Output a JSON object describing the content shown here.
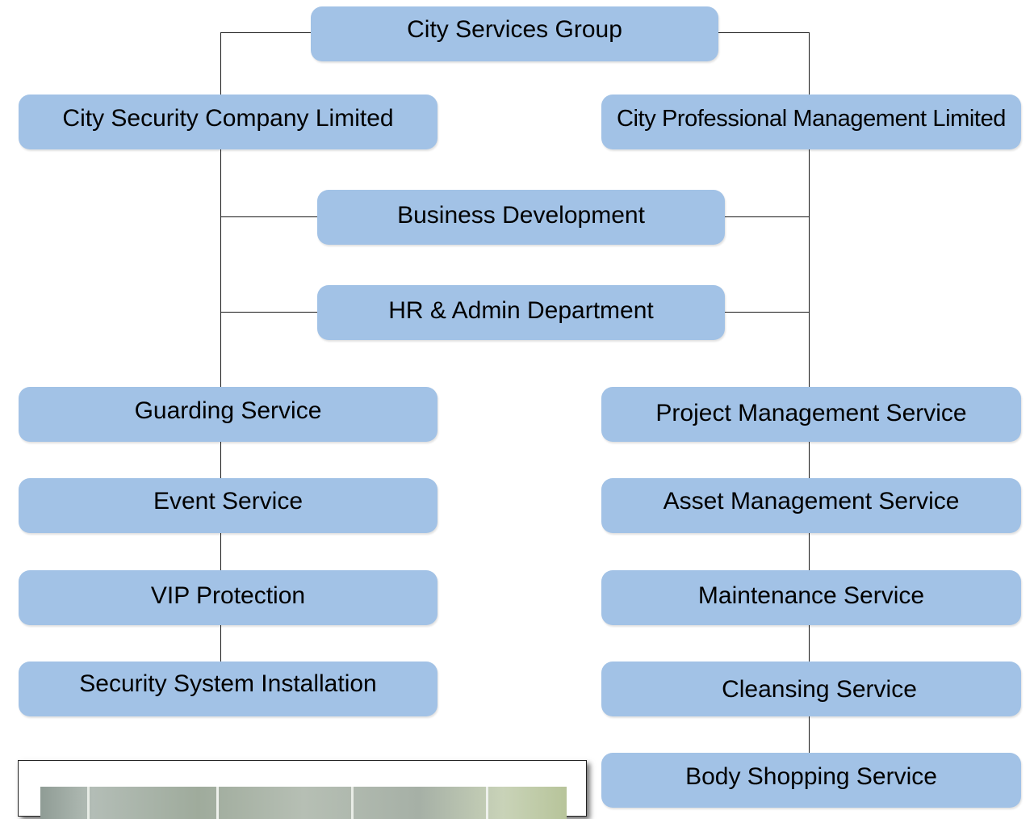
{
  "org_chart": {
    "root": "City Services Group",
    "companies": [
      "City Security Company Limited",
      "City Professional Management Limited"
    ],
    "shared_departments": [
      "Business Development",
      "HR & Admin Department"
    ],
    "security_services": [
      "Guarding Service",
      "Event Service",
      "VIP Protection",
      "Security System Installation"
    ],
    "management_services": [
      "Project Management Service",
      "Asset Management Service",
      "Maintenance Service",
      "Cleansing Service",
      "Body Shopping Service"
    ]
  },
  "colors": {
    "node_fill": "#a2c2e6",
    "connector": "#1a1a1a",
    "text": "#000000"
  }
}
